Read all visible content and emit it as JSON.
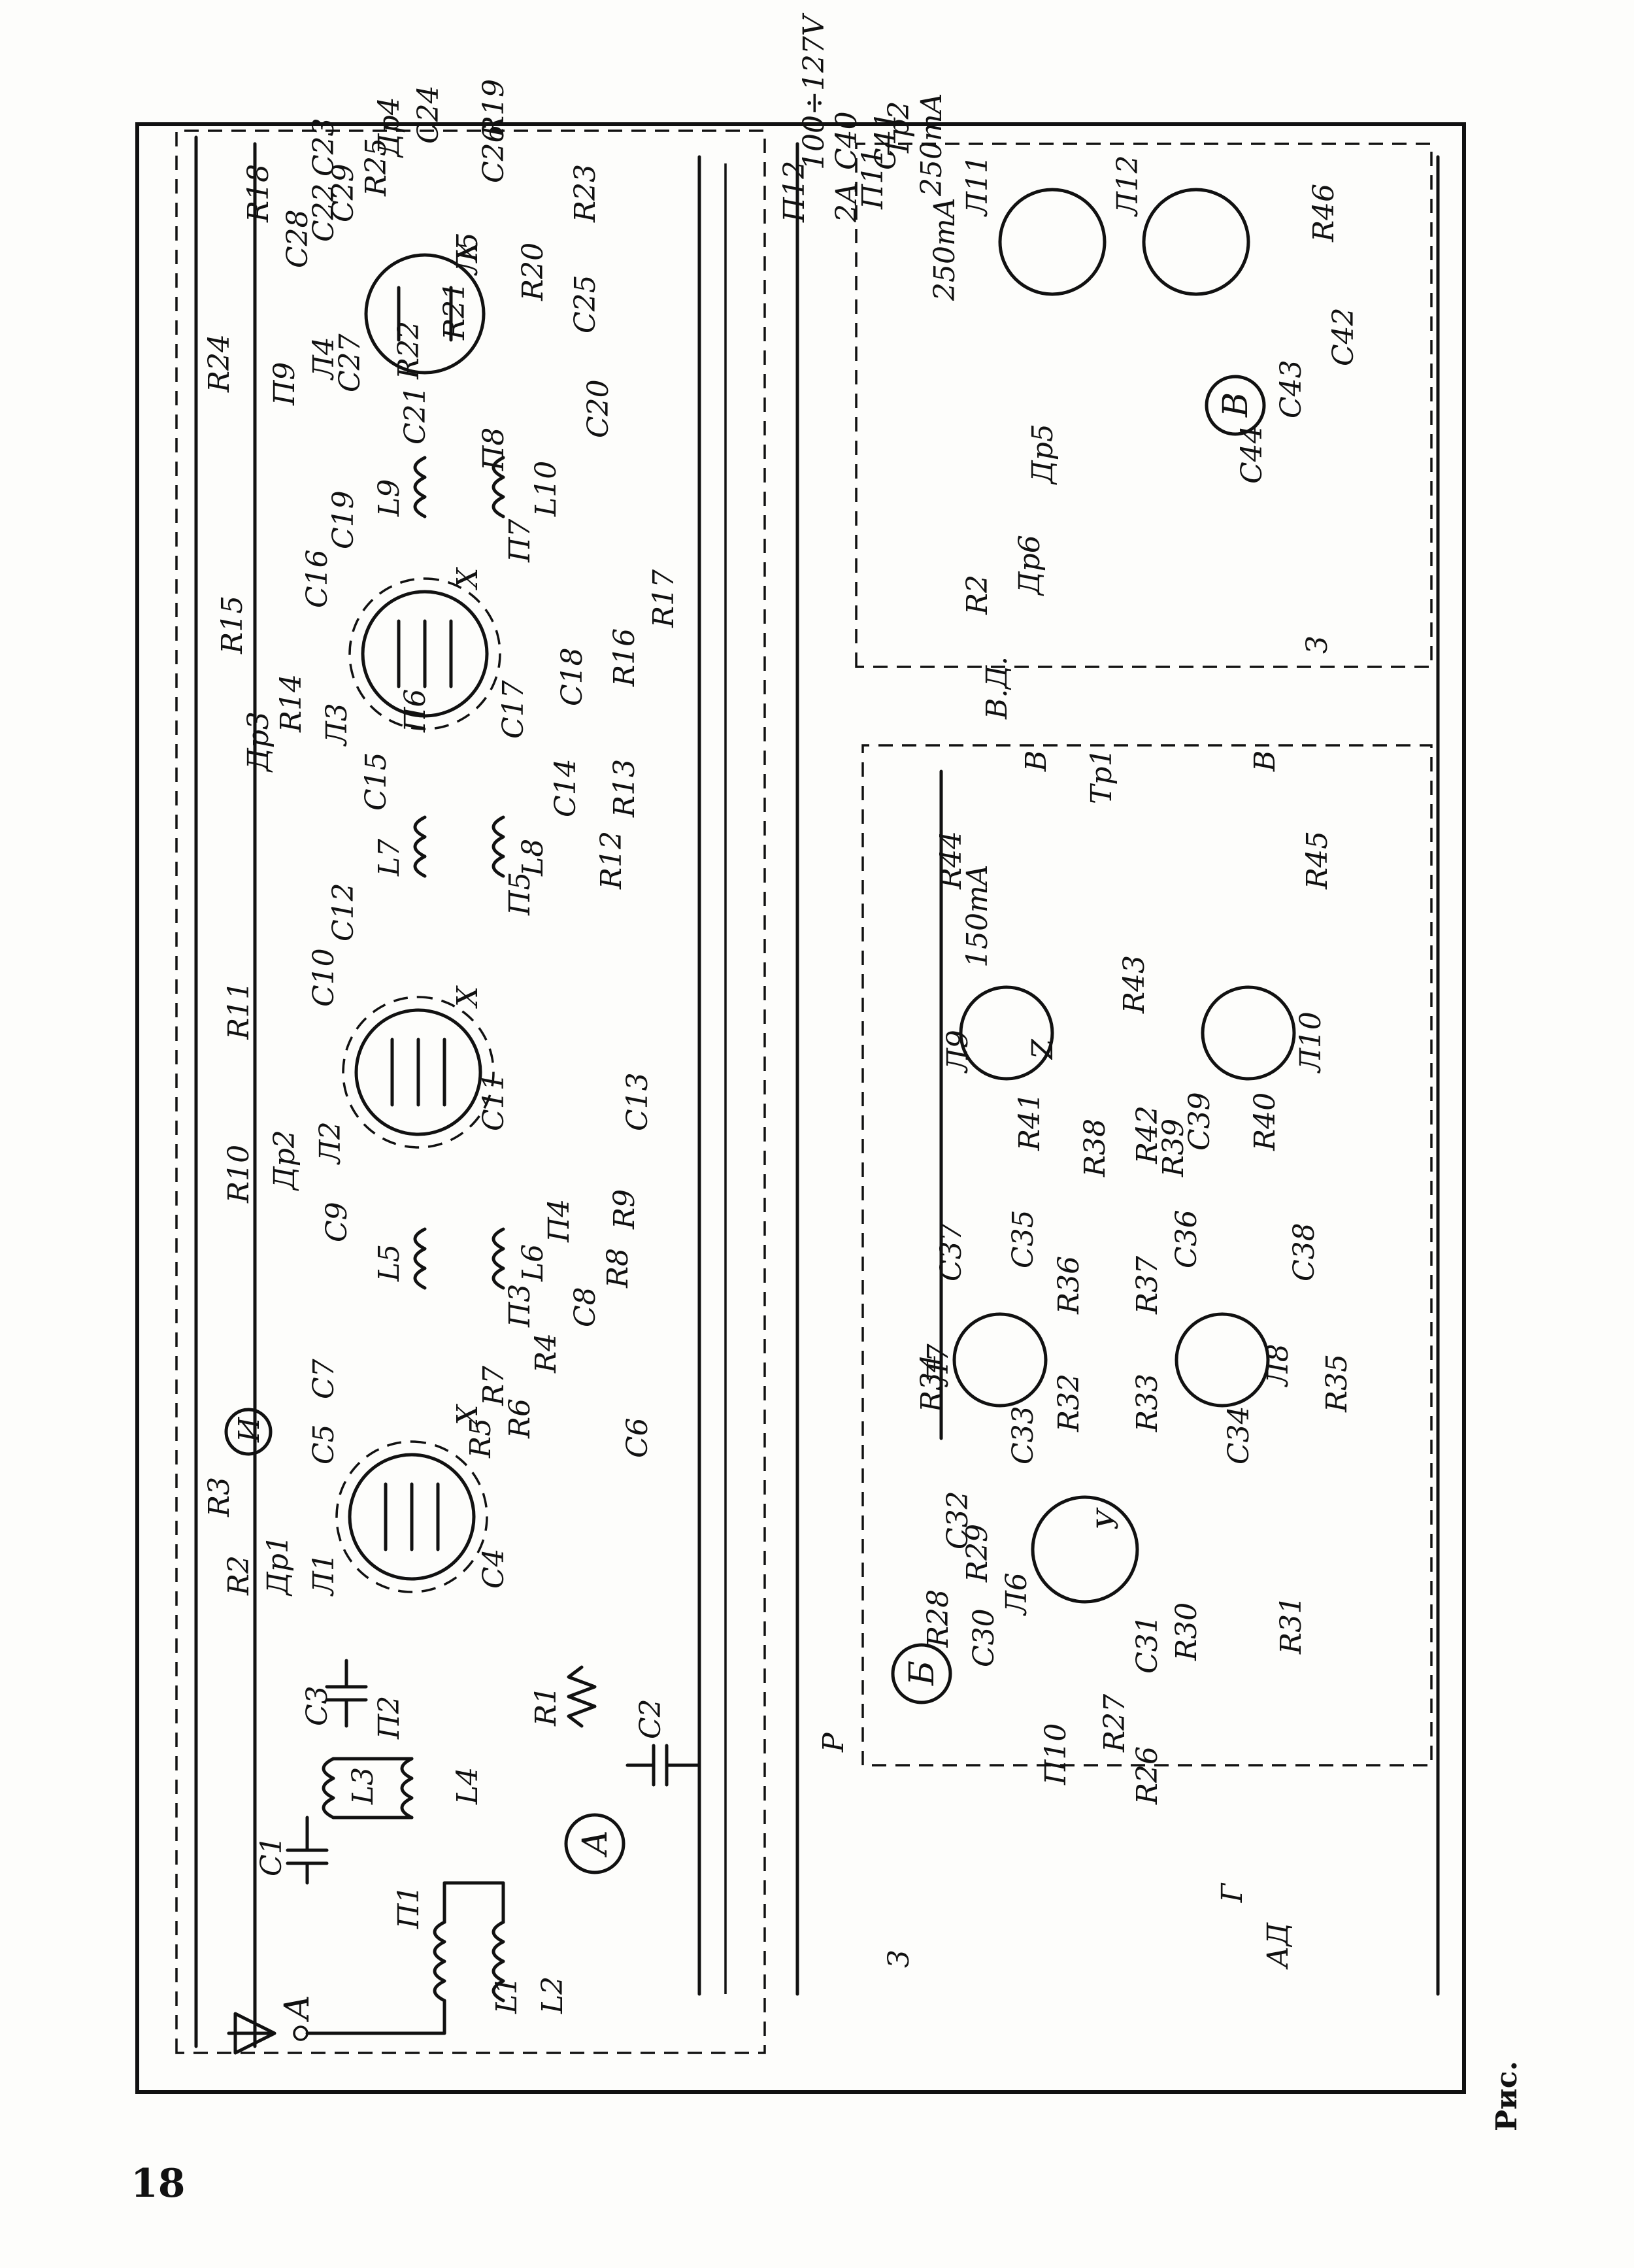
{
  "page": {
    "page_number": "18",
    "caption": "Рис.",
    "diagram": ""
  },
  "blocks": [
    {
      "id": "A",
      "label": "А"
    },
    {
      "id": "B",
      "label": "Б"
    },
    {
      "id": "V",
      "label": "В"
    }
  ],
  "terminals": {
    "antenna": "А",
    "ground": "З",
    "pickup": "АД",
    "pickup_terminal": "Г",
    "relay": "Р",
    "mains": "100÷127V",
    "speaker_terminal": "В",
    "ground2": "З",
    "heater_x": "Х",
    "heater_y": "У",
    "heater_z": "Z",
    "fuse_2a": "2А"
  },
  "ratings": {
    "fuse_250_1": "250mA",
    "fuse_250_2": "250mA",
    "meter_150": "150mA"
  },
  "tubes": [
    "Л1",
    "Л2",
    "Л3",
    "Л4",
    "Л5",
    "Л6",
    "Л7",
    "Л8",
    "Л9",
    "Л10",
    "Л11",
    "Л12"
  ],
  "components": {
    "resistors": [
      "R1",
      "R2",
      "R3",
      "R4",
      "R5",
      "R6",
      "R7",
      "R8",
      "R9",
      "R10",
      "R11",
      "R12",
      "R13",
      "R14",
      "R15",
      "R16",
      "R17",
      "R18",
      "R19",
      "R20",
      "R21",
      "R22",
      "R23",
      "R24",
      "R25",
      "R26",
      "R27",
      "R28",
      "R29",
      "R30",
      "R31",
      "R32",
      "R33",
      "R34",
      "R35",
      "R36",
      "R37",
      "R38",
      "R39",
      "R40",
      "R41",
      "R42",
      "R43",
      "R44",
      "R45",
      "R46"
    ],
    "capacitors": [
      "C1",
      "C2",
      "C3",
      "C4",
      "C5",
      "C6",
      "C7",
      "C8",
      "C9",
      "C10",
      "C11",
      "C12",
      "C13",
      "C14",
      "C15",
      "C16",
      "C17",
      "C18",
      "C19",
      "C20",
      "C21",
      "C22",
      "C23",
      "C24",
      "C25",
      "C26",
      "C27",
      "C28",
      "C29",
      "C30",
      "C31",
      "C32",
      "C33",
      "C34",
      "C35",
      "C36",
      "C37",
      "C38",
      "C39",
      "C40",
      "C41",
      "C42",
      "C43",
      "C44"
    ],
    "coils": [
      "L1",
      "L2",
      "L3",
      "L4",
      "L5",
      "L6",
      "L7",
      "L8",
      "L9",
      "L10"
    ],
    "chokes": [
      "Др1",
      "Др2",
      "Др3",
      "Др4",
      "Др5",
      "Др6",
      "В.Д."
    ],
    "switches": [
      "П1",
      "П2",
      "П3",
      "П4",
      "П5",
      "П6",
      "П7",
      "П8",
      "П9",
      "П10",
      "П11",
      "П12"
    ],
    "transformers": [
      "Тр1",
      "Тр2"
    ],
    "meters": [
      "И"
    ]
  },
  "labels": {
    "A": "А",
    "L1": "L1",
    "L2": "L2",
    "L3": "L3",
    "L4": "L4",
    "L5": "L5",
    "L6": "L6",
    "L7": "L7",
    "L8": "L8",
    "L9": "L9",
    "L10": "L10",
    "C1": "C1",
    "C2": "C2",
    "C3": "C3",
    "C4": "C4",
    "C5": "C5",
    "C6": "C6",
    "C7": "C7",
    "C8": "C8",
    "C9": "C9",
    "C10": "C10",
    "C11": "C11",
    "C12": "C12",
    "C13": "C13",
    "C14": "C14",
    "C15": "C15",
    "C16": "C16",
    "C17": "C17",
    "C18": "C18",
    "C19": "C19",
    "C20": "C20",
    "C21": "C21",
    "C22": "C22",
    "C23": "C23",
    "C24": "C24",
    "C25": "C25",
    "C26": "C26",
    "C27": "C27",
    "C28": "C28",
    "C29": "C29",
    "C30": "C30",
    "C31": "C31",
    "C32": "C32",
    "C33": "C33",
    "C34": "C34",
    "C35": "C35",
    "C36": "C36",
    "C37": "C37",
    "C38": "C38",
    "C39": "C39",
    "C40": "C40",
    "C41": "C41",
    "C42": "C42",
    "C43": "C43",
    "C44": "C44",
    "R1": "R1",
    "R2": "R2",
    "R3": "R3",
    "R4": "R4",
    "R5": "R5",
    "R6": "R6",
    "R7": "R7",
    "R8": "R8",
    "R9": "R9",
    "R10": "R10",
    "R11": "R11",
    "R12": "R12",
    "R13": "R13",
    "R14": "R14",
    "R15": "R15",
    "R16": "R16",
    "R17": "R17",
    "R18": "R18",
    "R19": "R19",
    "R20": "R20",
    "R21": "R21",
    "R22": "R22",
    "R23": "R23",
    "R24": "R24",
    "R25": "R25",
    "R26": "R26",
    "R27": "R27",
    "R28": "R28",
    "R29": "R29",
    "R30": "R30",
    "R31": "R31",
    "R32": "R32",
    "R33": "R33",
    "R34": "R34",
    "R35": "R35",
    "R36": "R36",
    "R37": "R37",
    "R38": "R38",
    "R39": "R39",
    "R40": "R40",
    "R41": "R41",
    "R42": "R42",
    "R43": "R43",
    "R44": "R44",
    "R45": "R45",
    "R46": "R46",
    "Dr1": "Др1",
    "Dr2": "Др2",
    "Dr3": "Др3",
    "Dr4": "Др4",
    "Dr5": "Др5",
    "Dr6": "Др6",
    "VD": "В.Д.",
    "P1": "П1",
    "P2": "П2",
    "P3": "П3",
    "P4": "П4",
    "P5": "П5",
    "P6": "П6",
    "P7": "П7",
    "P8": "П8",
    "P9": "П9",
    "P10": "П10",
    "P11": "П11",
    "P12": "П12",
    "T1": "Л1",
    "T2": "Л2",
    "T3": "Л3",
    "T4": "Л4",
    "T5": "Л5",
    "T6": "Л6",
    "T7": "Л7",
    "T8": "Л8",
    "T9": "Л9",
    "T10": "Л10",
    "T11": "Л11",
    "T12": "Л12",
    "Tr1": "Тр1",
    "Tr2": "Тр2",
    "I": "И",
    "Z": "З",
    "AD": "АД",
    "G": "Г",
    "P": "Р",
    "Vb": "В",
    "X": "Х",
    "Y": "У",
    "Zz": "Z",
    "A2": "2А",
    "mains": "100÷127V",
    "m250a": "250mA",
    "m250b": "250mA",
    "m150": "150mA"
  }
}
